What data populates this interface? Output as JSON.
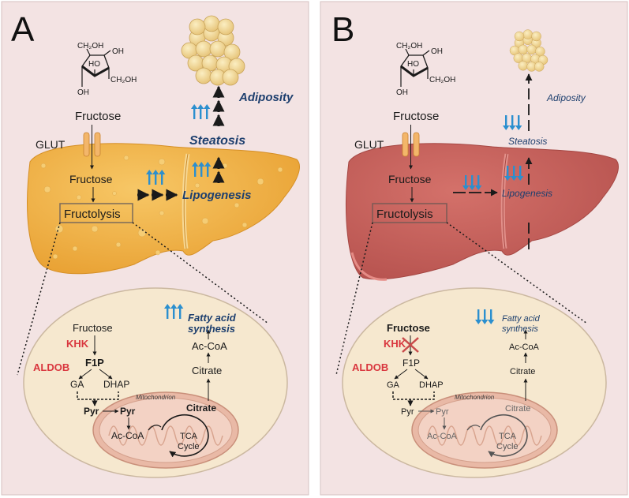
{
  "panels": [
    {
      "letter": "A",
      "chem": {
        "ch2oh_top": "CH₂OH",
        "oh_right": "OH",
        "ho": "HO",
        "ch2oh_right": "CH₂OH",
        "oh_bottom": "OH"
      },
      "fructose_top": "Fructose",
      "glut": "GLUT",
      "fructose_liver": "Fructose",
      "fructolysis": "Fructolysis",
      "lipogenesis": "Lipogenesis",
      "steatosis": "Steatosis",
      "adiposity": "Adiposity",
      "cell": {
        "fructose": "Fructose",
        "khk": "KHK",
        "aldob": "ALDOB",
        "f1p": "F1P",
        "ga": "GA",
        "dhap": "DHAP",
        "pyr1": "Pyr",
        "pyr2": "Pyr",
        "acoa_mito": "Ac-CoA",
        "citrate_mito": "Citrate",
        "mitochondrion": "Mitochondrion",
        "tca1": "TCA",
        "tca2": "Cycle",
        "citrate_out": "Citrate",
        "acoa_out": "Ac-CoA",
        "fas1": "Fatty acid",
        "fas2": "synthesis"
      }
    },
    {
      "letter": "B",
      "chem": {
        "ch2oh_top": "CH₂OH",
        "oh_right": "OH",
        "ho": "HO",
        "ch2oh_right": "CH₂OH",
        "oh_bottom": "OH"
      },
      "fructose_top": "Fructose",
      "glut": "GLUT",
      "fructose_liver": "Fructose",
      "fructolysis": "Fructolysis",
      "lipogenesis": "Lipogenesis",
      "steatosis": "Steatosis",
      "adiposity": "Adiposity",
      "cell": {
        "fructose": "Fructose",
        "khk": "KHK",
        "aldob": "ALDOB",
        "f1p": "F1P",
        "ga": "GA",
        "dhap": "DHAP",
        "pyr1": "Pyr",
        "pyr2": "Pyr",
        "acoa_mito": "Ac-CoA",
        "citrate_mito": "Citrate",
        "mitochondrion": "Mitochondrion",
        "tca1": "TCA",
        "tca2": "Cycle",
        "citrate_out": "Citrate",
        "acoa_out": "Ac-CoA",
        "fas1": "Fatty acid",
        "fas2": "synthesis"
      }
    }
  ],
  "colors": {
    "panel_bg": "#f3e3e3",
    "liver_a": "#f2b54b",
    "liver_b": "#c8625c",
    "cell": "#f6e8cf",
    "mito": "#e9b9a6",
    "text_blue": "#1d3f6e",
    "enzyme_red": "#d9363e",
    "arrow_blue": "#2b8fcf"
  }
}
